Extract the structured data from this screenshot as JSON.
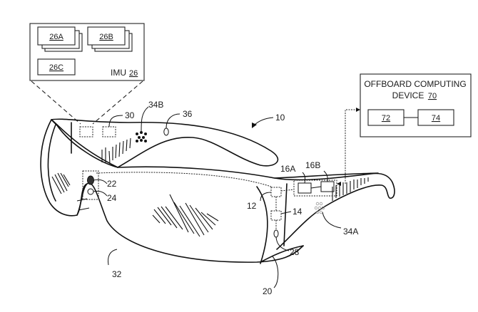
{
  "figure": {
    "type": "patent-drawing",
    "subject": "head-mounted display glasses with sensors and offboard computing device"
  },
  "imu_box": {
    "title": "IMU",
    "ref": "26",
    "components": [
      {
        "ref": "26A",
        "stacked": true
      },
      {
        "ref": "26B",
        "stacked": true
      },
      {
        "ref": "26C",
        "stacked": false
      }
    ]
  },
  "offboard_box": {
    "title_line1": "OFFBOARD COMPUTING",
    "title_line2": "DEVICE",
    "ref": "70",
    "components": [
      {
        "ref": "72"
      },
      {
        "ref": "74"
      }
    ]
  },
  "labels": {
    "device": "10",
    "frame": "20",
    "controller": "12",
    "sensor_14": "14",
    "storage_16a": "16A",
    "storage_16b": "16B",
    "camera": "22",
    "sensor_24": "24",
    "sensor_28": "28",
    "sensor_30": "30",
    "lens": "32",
    "speaker_34a": "34A",
    "speaker_34b": "34B",
    "sensor_36": "36"
  }
}
